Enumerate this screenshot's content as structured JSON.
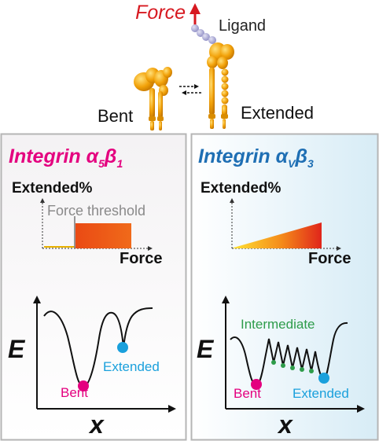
{
  "header": {
    "force_label": "Force",
    "ligand_label": "Ligand",
    "bent_label": "Bent",
    "extended_label": "Extended"
  },
  "left_panel": {
    "title_main": "Integrin α",
    "title_sub1": "5",
    "title_mid": "β",
    "title_sub2": "1",
    "title_color": "#e4007f",
    "chart_ylabel": "Extended%",
    "chart_xlabel": "Force",
    "threshold_label": "Force threshold",
    "energy_ylabel": "E",
    "energy_xlabel": "x",
    "bent_state_label": "Bent",
    "extended_state_label": "Extended"
  },
  "right_panel": {
    "title_main": "Integrin α",
    "title_sub1": "V",
    "title_mid": "β",
    "title_sub2": "3",
    "title_color": "#1f6fb4",
    "chart_ylabel": "Extended%",
    "chart_xlabel": "Force",
    "energy_ylabel": "E",
    "energy_xlabel": "x",
    "intermediate_label": "Intermediate",
    "bent_state_label": "Bent",
    "extended_state_label": "Extended"
  },
  "colors": {
    "force_red": "#d71920",
    "bent_magenta": "#e4007f",
    "extended_cyan": "#1aa0dc",
    "intermediate_green": "#2e9c4a",
    "integrin_orange": "#f2a20a",
    "ligand_lavender": "#a9a8d6"
  }
}
